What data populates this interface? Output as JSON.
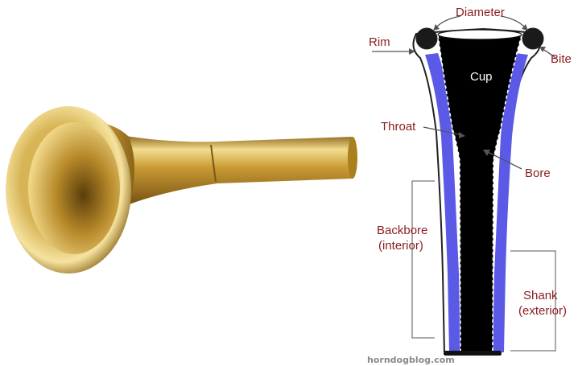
{
  "labels": {
    "diameter": "Diameter",
    "rim": "Rim",
    "bite": "Bite",
    "cup": "Cup",
    "throat": "Throat",
    "bore": "Bore",
    "backbore_line1": "Backbore",
    "backbore_line2": "(interior)",
    "shank_line1": "Shank",
    "shank_line2": "(exterior)"
  },
  "watermark": "horndogblog.com",
  "colors": {
    "label": "#8b1c1f",
    "interior": "#000000",
    "wall": "#5a5ae6",
    "gold": "#c9a23a"
  }
}
